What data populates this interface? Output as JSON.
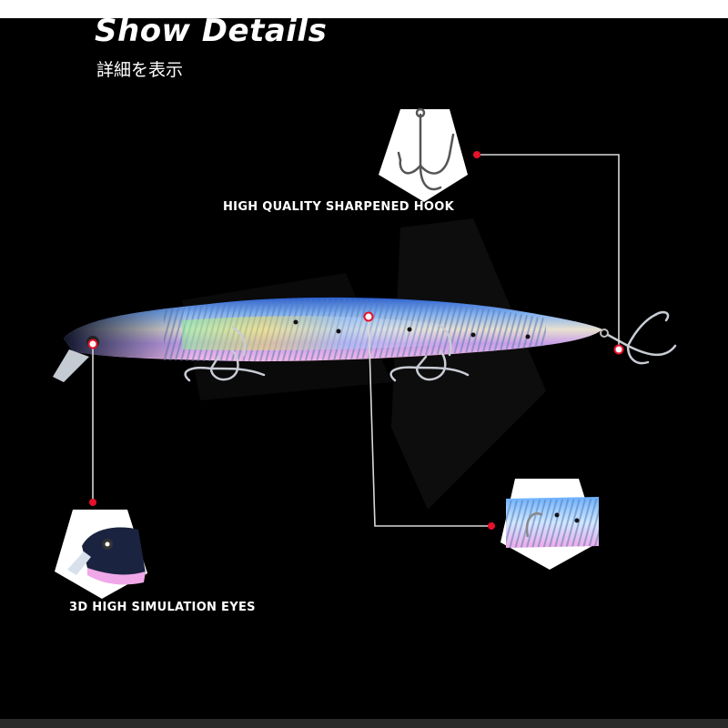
{
  "header": {
    "title": "Show Details",
    "subtitle": "詳細を表示"
  },
  "callouts": {
    "hook": {
      "label": "HIGH QUALITY SHARPENED HOOK"
    },
    "eyes": {
      "label": "3D HIGH SIMULATION EYES"
    }
  },
  "colors": {
    "background": "#000000",
    "text": "#ffffff",
    "callout_line": "#d8d8d8",
    "callout_dot": "#e8102a",
    "lure_back": "#3a78e0",
    "lure_belly": "#f4b8e6",
    "lure_head": "#1a2440"
  },
  "icons": {
    "hook_detail": "treble-hook-icon",
    "head_detail": "lure-head-icon",
    "belly_detail": "lure-belly-icon",
    "watermark": "shark-watermark-icon"
  }
}
